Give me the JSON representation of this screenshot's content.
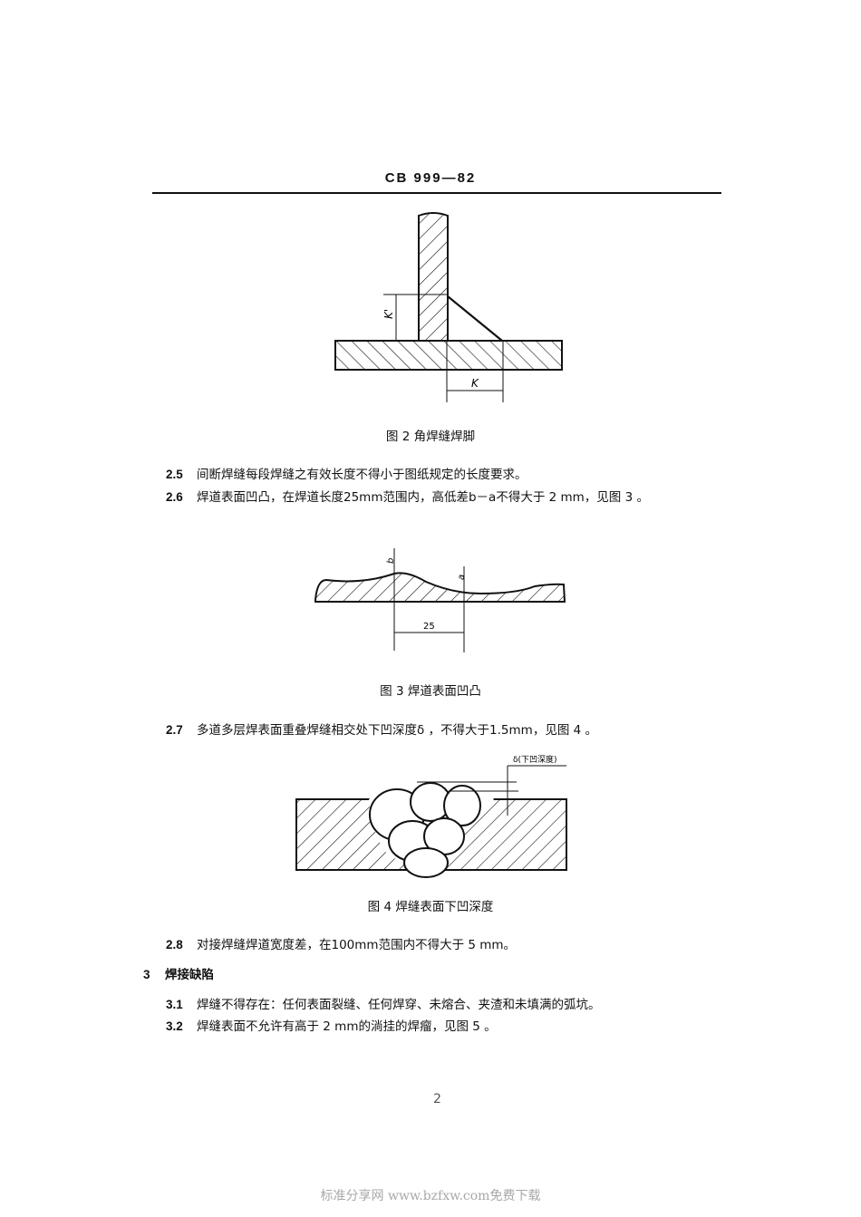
{
  "header": {
    "standard_code": "CB 999—82"
  },
  "figures": {
    "fig2": {
      "caption": "图 2   角焊缝焊脚",
      "labels": {
        "k_vertical": "K'",
        "k_horizontal": "K"
      }
    },
    "fig3": {
      "caption": "图 3   焊道表面凹凸",
      "labels": {
        "b": "b",
        "a": "a",
        "length": "25"
      }
    },
    "fig4": {
      "caption": "图 4   焊缝表面下凹深度",
      "labels": {
        "delta": "δ(下凹深度)"
      }
    }
  },
  "paragraphs": [
    {
      "num": "2.5",
      "text": "间断焊缝每段焊缝之有效长度不得小于图纸规定的长度要求。"
    },
    {
      "num": "2.6",
      "text": "焊道表面凹凸，在焊道长度25mm范围内，高低差b－a不得大于 2 mm，见图 3 。"
    },
    {
      "num": "2.7",
      "text": "多道多层焊表面重叠焊缝相交处下凹深度δ ，不得大于1.5mm，见图 4 。"
    },
    {
      "num": "2.8",
      "text": "对接焊缝焊道宽度差，在100mm范围内不得大于 5 mm。"
    }
  ],
  "section3": {
    "num": "3",
    "title": "焊接缺陷",
    "items": [
      {
        "num": "3.1",
        "text": "焊缝不得存在：任何表面裂缝、任何焊穿、未熔合、夹渣和未填满的弧坑。"
      },
      {
        "num": "3.2",
        "text": "焊缝表面不允许有高于 2 mm的淌挂的焊瘤，见图 5 。"
      }
    ]
  },
  "footer": {
    "page_number": "2",
    "watermark": "标准分享网 www.bzfxw.com免费下载"
  }
}
